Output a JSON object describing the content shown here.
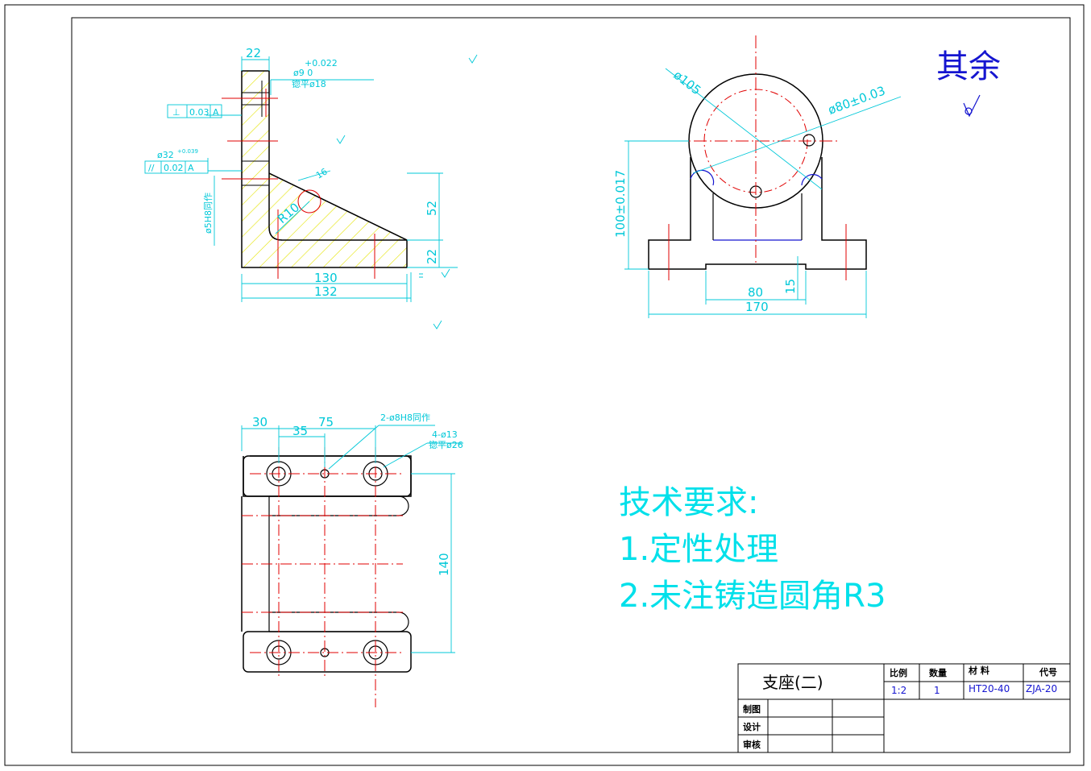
{
  "colors": {
    "outline": "#000000",
    "center": "#e00000",
    "dimension": "#00c8d8",
    "hatch": "#e4e400",
    "blue": "#1515d0",
    "cyan_note": "#00e0ea"
  },
  "surface_finish": {
    "label": "其余",
    "icon": "surface-roughness-icon"
  },
  "tech_requirements": {
    "heading": "技术要求:",
    "items": [
      "1.定性处理",
      "2.未注铸造圆角R3"
    ]
  },
  "title_block": {
    "part_name": "支座(二)",
    "headers": {
      "scale": "比例",
      "quantity": "数量",
      "material": "材 料",
      "code": "代号"
    },
    "values": {
      "scale": "1:2",
      "quantity": "1",
      "material": "HT20-40",
      "code": "ZJA-20"
    },
    "rows": [
      "制图",
      "设计",
      "审核"
    ]
  },
  "side_view": {
    "dims": {
      "top_width": "22",
      "tol_hole": "+0.022",
      "hole": "ø9  0",
      "counterbore": "锪平ø18",
      "perp": "⊥",
      "perp_tol": "0.03",
      "datum": "A",
      "bore": "ø32",
      "bore_tol": "+0.039",
      "par": "//",
      "par_tol": "0.02",
      "datum2": "A",
      "pin": "ø5H8同作",
      "radius": "R10",
      "rib": "16",
      "height_52": "52",
      "height_22": "22",
      "len_130": "130",
      "len_132": "132"
    }
  },
  "front_view": {
    "dims": {
      "outer_dia": "ø105",
      "pcd": "ø80±0.03",
      "center_h": "100±0.017",
      "slot_w": "80",
      "base_w": "170",
      "slot_h": "15"
    }
  },
  "top_view": {
    "dims": {
      "d30": "30",
      "d35": "35",
      "d75": "75",
      "pin_holes": "2-ø8H8同作",
      "bolt_holes": "4-ø13",
      "bolt_spot": "锪平ø26",
      "depth_140": "140"
    }
  }
}
